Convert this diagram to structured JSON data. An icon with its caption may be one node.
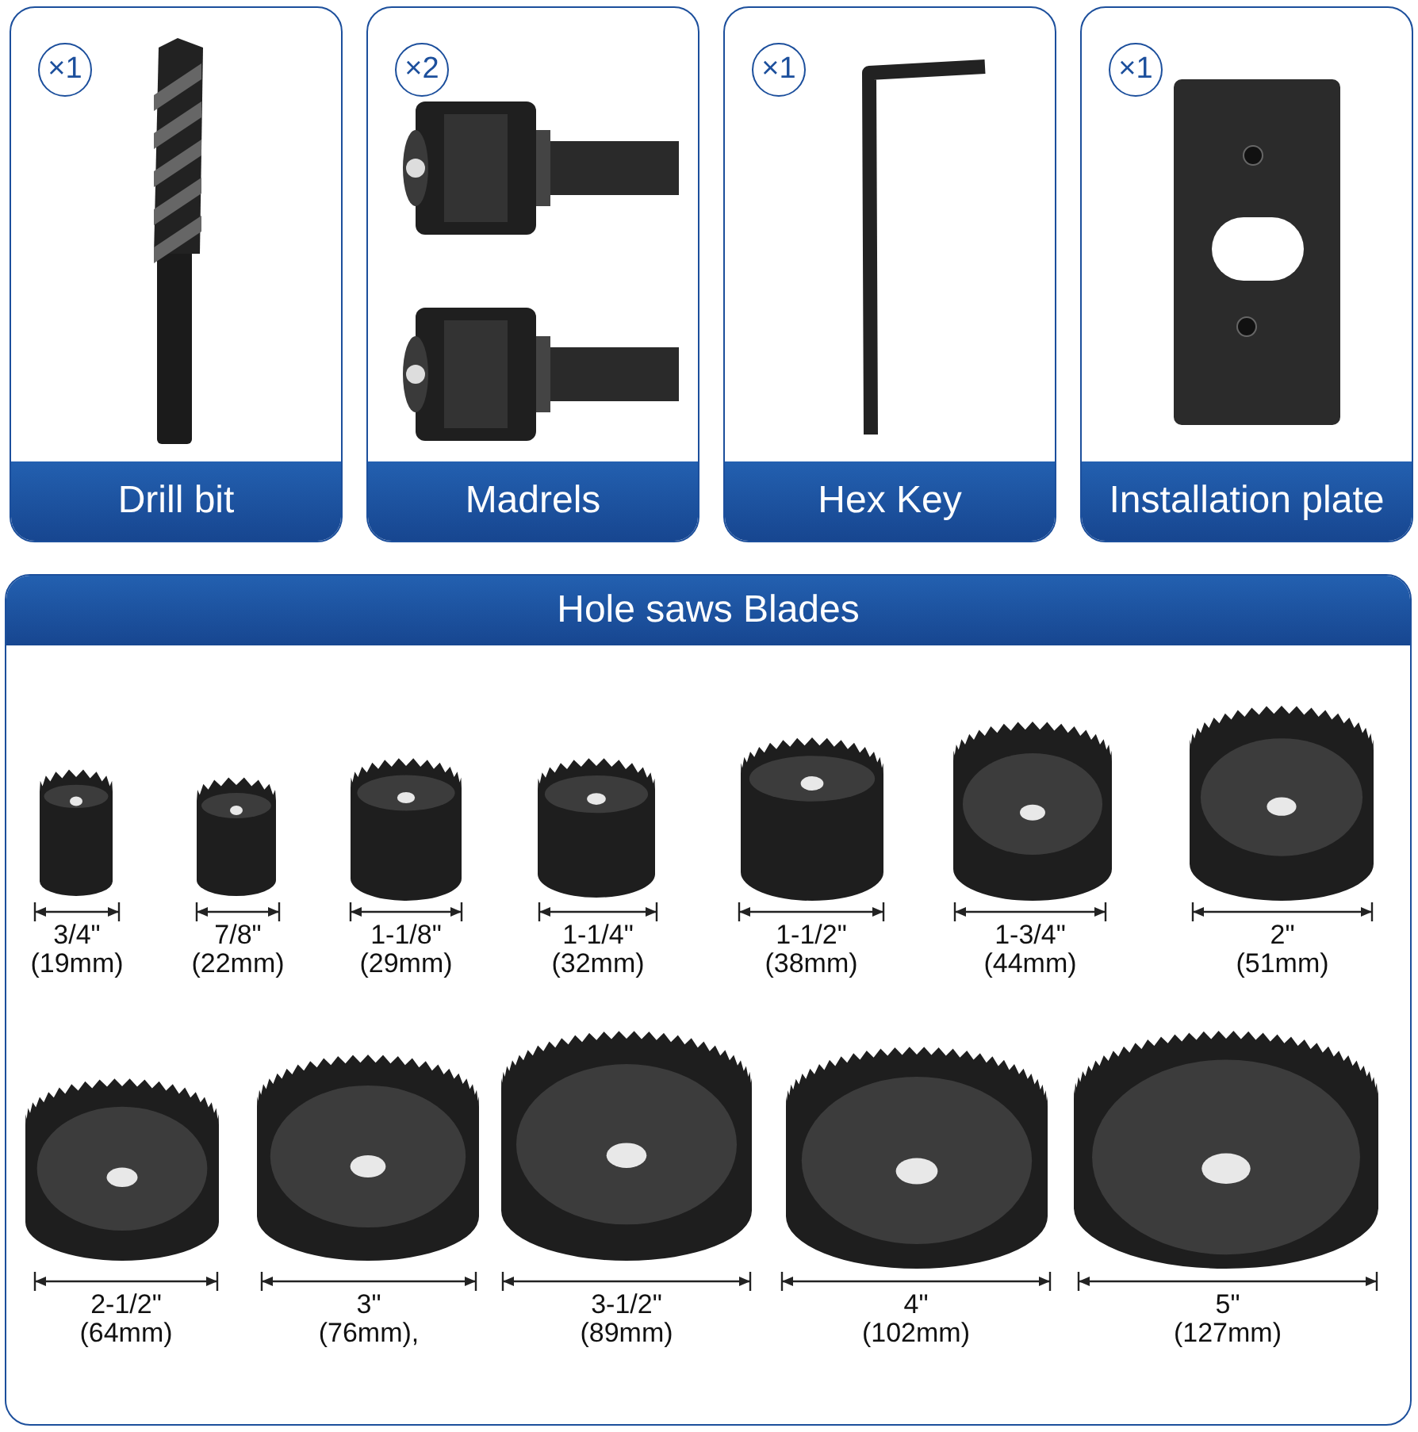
{
  "diagram": {
    "nodes": [
      {
        "text": [
          "×1",
          "Drill bit"
        ]
      },
      {
        "text": [
          "×2",
          "Madrels"
        ]
      },
      {
        "text": [
          "×1",
          "Hex Key"
        ]
      },
      {
        "text": [
          "×1",
          "Installation plate"
        ]
      },
      {
        "text": [
          "Hole saws Blades"
        ]
      }
    ],
    "labels": [
      "3/4\" (19mm)",
      "7/8\" (22mm)",
      "1-1/8\" (29mm)",
      "1-1/4\" (32mm)",
      "1-1/2\" (38mm)",
      "1-3/4\" (44mm)",
      "2\" (51mm)",
      "2-1/2\" (64mm)",
      "3\" (76mm),",
      "3-1/2\" (89mm)",
      "4\" (102mm)",
      "5\" (127mm)"
    ]
  }
}
